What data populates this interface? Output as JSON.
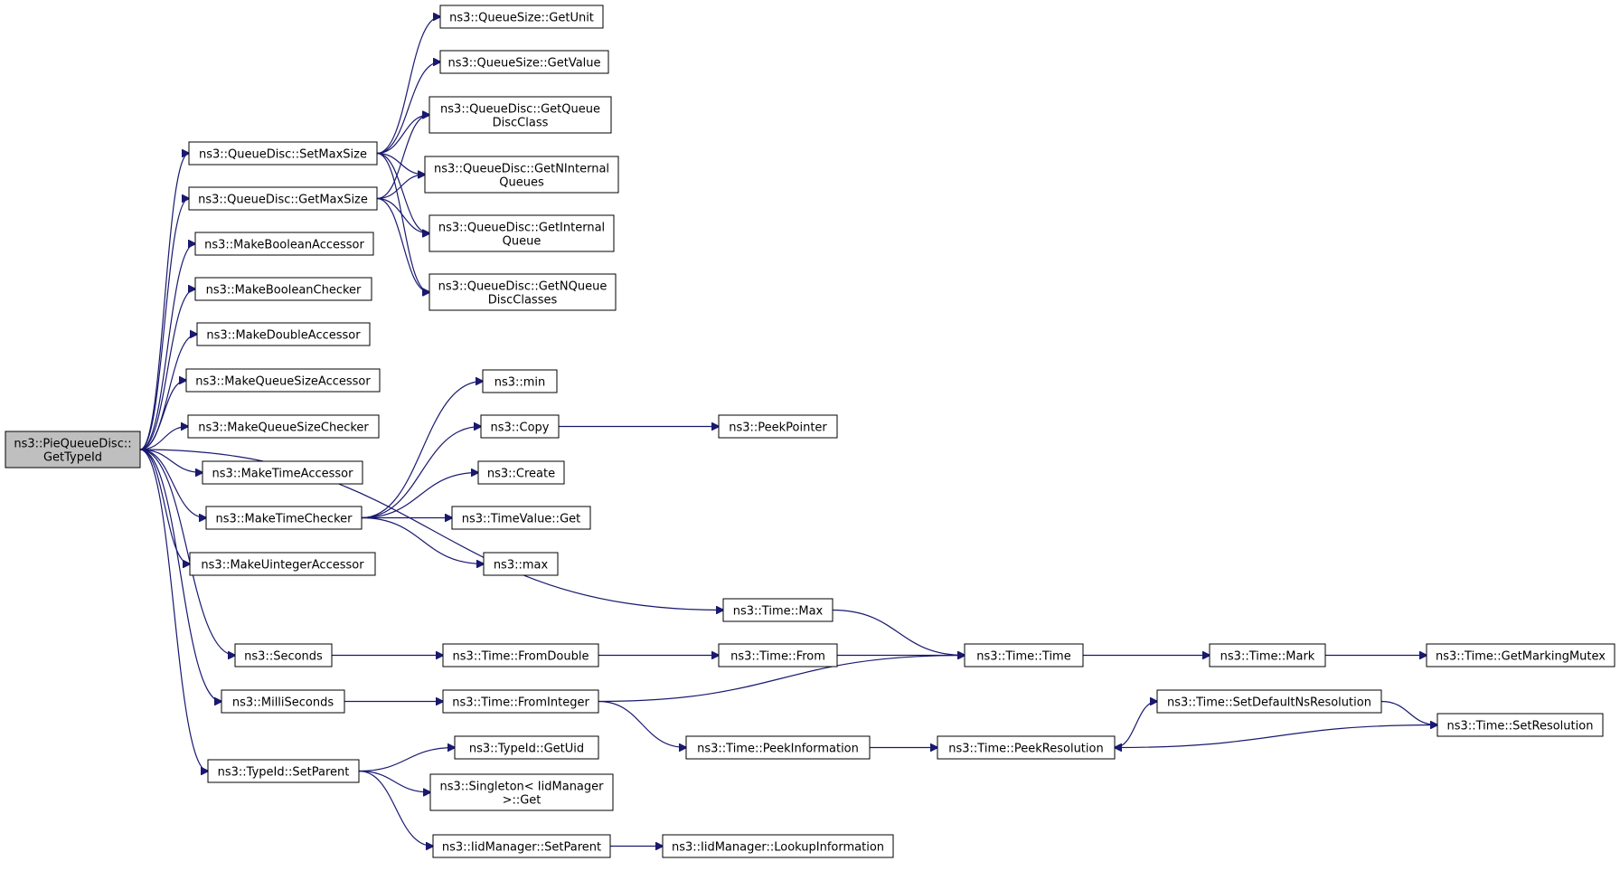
{
  "diagram": {
    "nodes": [
      {
        "id": "root",
        "lines": [
          "ns3::PieQueueDisc::",
          "GetTypeId"
        ],
        "root": true
      },
      {
        "id": "qsunit",
        "lines": [
          "ns3::QueueSize::GetUnit"
        ]
      },
      {
        "id": "qsvalue",
        "lines": [
          "ns3::QueueSize::GetValue"
        ]
      },
      {
        "id": "setmax",
        "lines": [
          "ns3::QueueDisc::SetMaxSize"
        ]
      },
      {
        "id": "getqdc",
        "lines": [
          "ns3::QueueDisc::GetQueue",
          "DiscClass"
        ]
      },
      {
        "id": "getmax",
        "lines": [
          "ns3::QueueDisc::GetMaxSize"
        ]
      },
      {
        "id": "getnint",
        "lines": [
          "ns3::QueueDisc::GetNInternal",
          "Queues"
        ]
      },
      {
        "id": "getint",
        "lines": [
          "ns3::QueueDisc::GetInternal",
          "Queue"
        ]
      },
      {
        "id": "mkboolacc",
        "lines": [
          "ns3::MakeBooleanAccessor"
        ]
      },
      {
        "id": "getnqdc",
        "lines": [
          "ns3::QueueDisc::GetNQueue",
          "DiscClasses"
        ]
      },
      {
        "id": "mkboolchk",
        "lines": [
          "ns3::MakeBooleanChecker"
        ]
      },
      {
        "id": "mkdblacc",
        "lines": [
          "ns3::MakeDoubleAccessor"
        ]
      },
      {
        "id": "mkqsacc",
        "lines": [
          "ns3::MakeQueueSizeAccessor"
        ]
      },
      {
        "id": "min",
        "lines": [
          "ns3::min"
        ]
      },
      {
        "id": "mkqschk",
        "lines": [
          "ns3::MakeQueueSizeChecker"
        ]
      },
      {
        "id": "copy",
        "lines": [
          "ns3::Copy"
        ]
      },
      {
        "id": "peekptr",
        "lines": [
          "ns3::PeekPointer"
        ]
      },
      {
        "id": "mktimeacc",
        "lines": [
          "ns3::MakeTimeAccessor"
        ]
      },
      {
        "id": "create",
        "lines": [
          "ns3::Create"
        ]
      },
      {
        "id": "mktimechk",
        "lines": [
          "ns3::MakeTimeChecker"
        ]
      },
      {
        "id": "tvget",
        "lines": [
          "ns3::TimeValue::Get"
        ]
      },
      {
        "id": "mkuintacc",
        "lines": [
          "ns3::MakeUintegerAccessor"
        ]
      },
      {
        "id": "max",
        "lines": [
          "ns3::max"
        ]
      },
      {
        "id": "timemax",
        "lines": [
          "ns3::Time::Max"
        ]
      },
      {
        "id": "seconds",
        "lines": [
          "ns3::Seconds"
        ]
      },
      {
        "id": "fromdouble",
        "lines": [
          "ns3::Time::FromDouble"
        ]
      },
      {
        "id": "from",
        "lines": [
          "ns3::Time::From"
        ]
      },
      {
        "id": "timetime",
        "lines": [
          "ns3::Time::Time"
        ]
      },
      {
        "id": "mark",
        "lines": [
          "ns3::Time::Mark"
        ]
      },
      {
        "id": "getmarkmutex",
        "lines": [
          "ns3::Time::GetMarkingMutex"
        ]
      },
      {
        "id": "setdefns",
        "lines": [
          "ns3::Time::SetDefaultNsResolution"
        ]
      },
      {
        "id": "millis",
        "lines": [
          "ns3::MilliSeconds"
        ]
      },
      {
        "id": "fromint",
        "lines": [
          "ns3::Time::FromInteger"
        ]
      },
      {
        "id": "setres",
        "lines": [
          "ns3::Time::SetResolution"
        ]
      },
      {
        "id": "peekinfo",
        "lines": [
          "ns3::Time::PeekInformation"
        ]
      },
      {
        "id": "peekres",
        "lines": [
          "ns3::Time::PeekResolution"
        ]
      },
      {
        "id": "getuid",
        "lines": [
          "ns3::TypeId::GetUid"
        ]
      },
      {
        "id": "setparent",
        "lines": [
          "ns3::TypeId::SetParent"
        ]
      },
      {
        "id": "singleton",
        "lines": [
          "ns3::Singleton< IidManager",
          ">::Get"
        ]
      },
      {
        "id": "iidsetparent",
        "lines": [
          "ns3::IidManager::SetParent"
        ]
      },
      {
        "id": "lookup",
        "lines": [
          "ns3::IidManager::LookupInformation"
        ]
      }
    ],
    "edges": [
      [
        "root",
        "setmax"
      ],
      [
        "root",
        "getmax"
      ],
      [
        "root",
        "mkboolacc"
      ],
      [
        "root",
        "mkboolchk"
      ],
      [
        "root",
        "mkdblacc"
      ],
      [
        "root",
        "mkqsacc"
      ],
      [
        "root",
        "mkqschk"
      ],
      [
        "root",
        "mktimeacc"
      ],
      [
        "root",
        "mktimechk"
      ],
      [
        "root",
        "mkuintacc"
      ],
      [
        "root",
        "timemax"
      ],
      [
        "root",
        "seconds"
      ],
      [
        "root",
        "millis"
      ],
      [
        "root",
        "setparent"
      ],
      [
        "setmax",
        "qsunit"
      ],
      [
        "setmax",
        "qsvalue"
      ],
      [
        "setmax",
        "getqdc"
      ],
      [
        "setmax",
        "getnint"
      ],
      [
        "setmax",
        "getint"
      ],
      [
        "setmax",
        "getnqdc"
      ],
      [
        "getmax",
        "getqdc"
      ],
      [
        "getmax",
        "getnint"
      ],
      [
        "getmax",
        "getint"
      ],
      [
        "getmax",
        "getnqdc"
      ],
      [
        "mktimechk",
        "min"
      ],
      [
        "mktimechk",
        "copy"
      ],
      [
        "mktimechk",
        "create"
      ],
      [
        "mktimechk",
        "tvget"
      ],
      [
        "mktimechk",
        "max"
      ],
      [
        "copy",
        "peekptr"
      ],
      [
        "timemax",
        "timetime"
      ],
      [
        "seconds",
        "fromdouble"
      ],
      [
        "fromdouble",
        "from"
      ],
      [
        "from",
        "timetime"
      ],
      [
        "timetime",
        "mark"
      ],
      [
        "mark",
        "getmarkmutex"
      ],
      [
        "millis",
        "fromint"
      ],
      [
        "fromint",
        "timetime"
      ],
      [
        "fromint",
        "peekinfo"
      ],
      [
        "peekinfo",
        "peekres"
      ],
      [
        "peekres",
        "setdefns"
      ],
      [
        "setdefns",
        "setres"
      ],
      [
        "setres",
        "peekres"
      ],
      [
        "setparent",
        "getuid"
      ],
      [
        "setparent",
        "singleton"
      ],
      [
        "setparent",
        "iidsetparent"
      ],
      [
        "iidsetparent",
        "lookup"
      ]
    ]
  }
}
